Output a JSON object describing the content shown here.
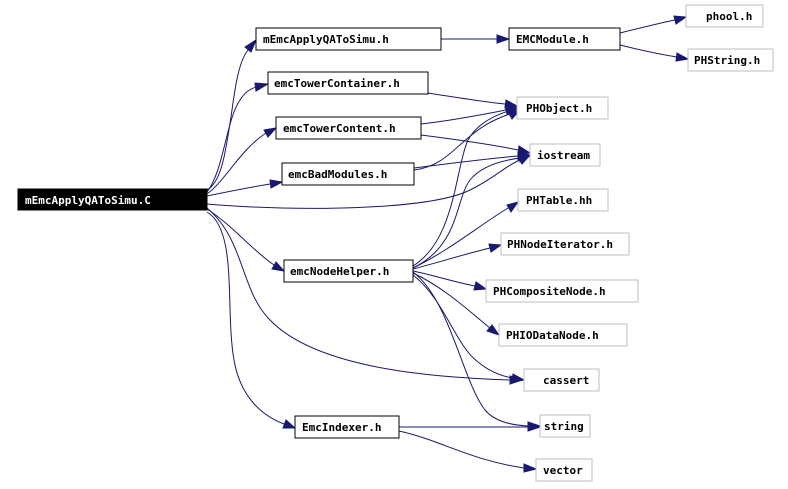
{
  "graph": {
    "root": "mEmcApplyQAToSimu.C",
    "nodes": {
      "root": "mEmcApplyQAToSimu.C",
      "mEmcApplyQAToSimu_h": "mEmcApplyQAToSimu.h",
      "EMCModule_h": "EMCModule.h",
      "phool_h": "phool.h",
      "PHString_h": "PHString.h",
      "emcTowerContainer_h": "emcTowerContainer.h",
      "PHObject_h": "PHObject.h",
      "emcTowerContent_h": "emcTowerContent.h",
      "iostream": "iostream",
      "emcBadModules_h": "emcBadModules.h",
      "PHTable_hh": "PHTable.hh",
      "PHNodeIterator_h": "PHNodeIterator.h",
      "emcNodeHelper_h": "emcNodeHelper.h",
      "PHCompositeNode_h": "PHCompositeNode.h",
      "PHIODataNode_h": "PHIODataNode.h",
      "cassert": "cassert",
      "EmcIndexer_h": "EmcIndexer.h",
      "string": "string",
      "vector": "vector"
    },
    "edge_color": "#191970"
  }
}
